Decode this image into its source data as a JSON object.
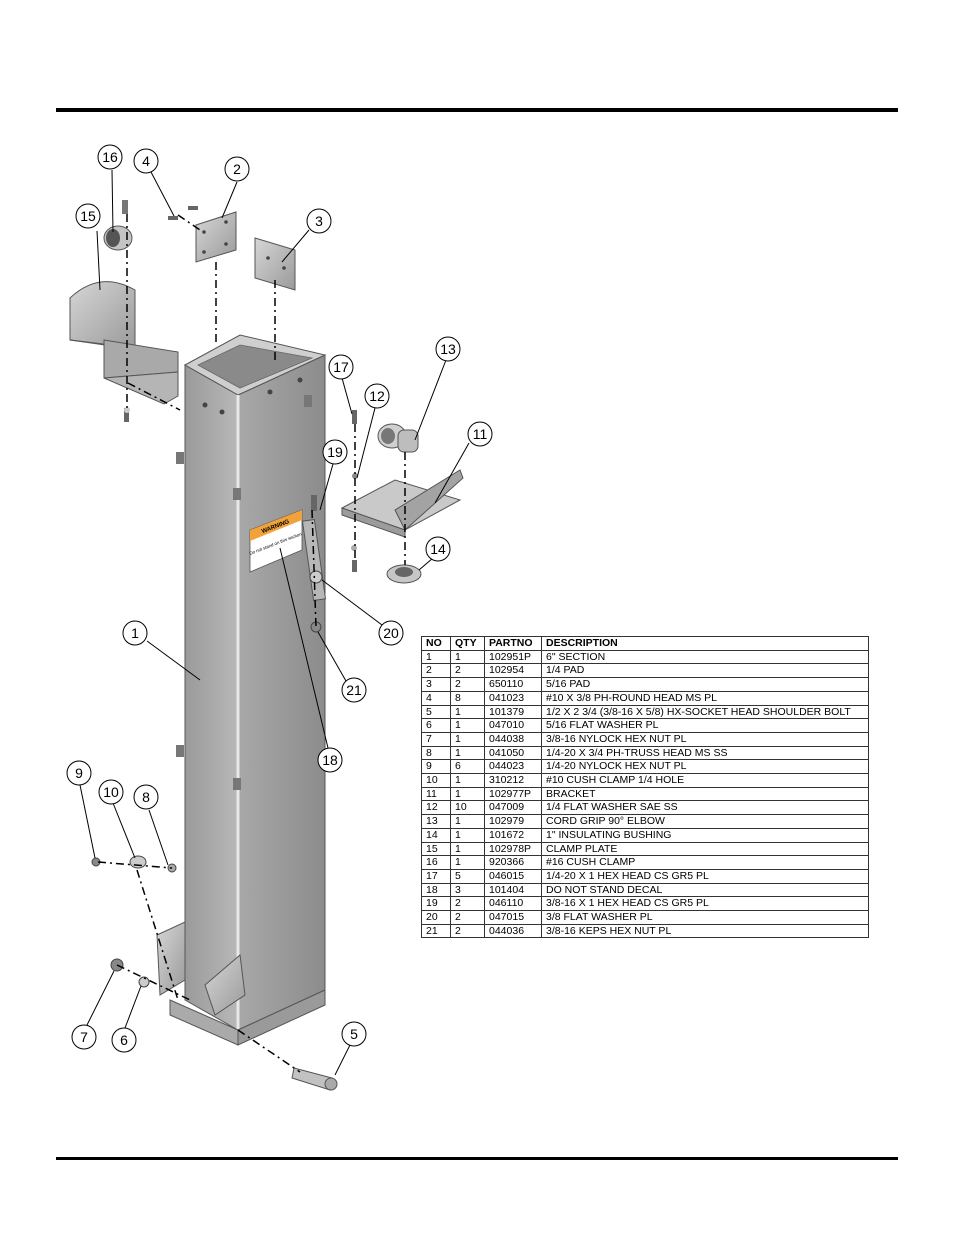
{
  "callouts": [
    "1",
    "2",
    "3",
    "4",
    "5",
    "6",
    "7",
    "8",
    "9",
    "10",
    "11",
    "12",
    "13",
    "14",
    "15",
    "16",
    "17",
    "18",
    "19",
    "20",
    "21"
  ],
  "decal": {
    "heading": "WARNING",
    "body": "Do not stand on this section"
  },
  "parts_table": {
    "headers": {
      "no": "NO",
      "qty": "QTY",
      "partno": "PARTNO",
      "description": "DESCRIPTION"
    },
    "rows": [
      {
        "no": "1",
        "qty": "1",
        "partno": "102951P",
        "description": "6\" SECTION"
      },
      {
        "no": "2",
        "qty": "2",
        "partno": "102954",
        "description": "1/4 PAD"
      },
      {
        "no": "3",
        "qty": "2",
        "partno": "650110",
        "description": "5/16 PAD"
      },
      {
        "no": "4",
        "qty": "8",
        "partno": "041023",
        "description": "#10 X 3/8 PH-ROUND HEAD MS PL"
      },
      {
        "no": "5",
        "qty": "1",
        "partno": "101379",
        "description": "1/2 X 2 3/4 (3/8-16 X 5/8) HX-SOCKET HEAD SHOULDER BOLT"
      },
      {
        "no": "6",
        "qty": "1",
        "partno": "047010",
        "description": "5/16 FLAT WASHER PL"
      },
      {
        "no": "7",
        "qty": "1",
        "partno": "044038",
        "description": "3/8-16 NYLOCK HEX NUT PL"
      },
      {
        "no": "8",
        "qty": "1",
        "partno": "041050",
        "description": "1/4-20 X 3/4 PH-TRUSS HEAD MS SS"
      },
      {
        "no": "9",
        "qty": "6",
        "partno": "044023",
        "description": "1/4-20 NYLOCK HEX NUT PL"
      },
      {
        "no": "10",
        "qty": "1",
        "partno": "310212",
        "description": "#10 CUSH CLAMP 1/4 HOLE"
      },
      {
        "no": "11",
        "qty": "1",
        "partno": "102977P",
        "description": "BRACKET"
      },
      {
        "no": "12",
        "qty": "10",
        "partno": "047009",
        "description": "1/4 FLAT WASHER SAE SS"
      },
      {
        "no": "13",
        "qty": "1",
        "partno": "102979",
        "description": "CORD GRIP 90° ELBOW"
      },
      {
        "no": "14",
        "qty": "1",
        "partno": "101672",
        "description": "1\" INSULATING BUSHING"
      },
      {
        "no": "15",
        "qty": "1",
        "partno": "102978P",
        "description": "CLAMP PLATE"
      },
      {
        "no": "16",
        "qty": "1",
        "partno": "920366",
        "description": "#16 CUSH CLAMP"
      },
      {
        "no": "17",
        "qty": "5",
        "partno": "046015",
        "description": "1/4-20 X 1 HEX HEAD CS GR5 PL"
      },
      {
        "no": "18",
        "qty": "3",
        "partno": "101404",
        "description": "DO NOT STAND DECAL"
      },
      {
        "no": "19",
        "qty": "2",
        "partno": "046110",
        "description": "3/8-16 X 1 HEX HEAD CS GR5 PL"
      },
      {
        "no": "20",
        "qty": "2",
        "partno": "047015",
        "description": "3/8 FLAT WASHER PL"
      },
      {
        "no": "21",
        "qty": "2",
        "partno": "044036",
        "description": "3/8-16 KEPS HEX NUT PL"
      }
    ]
  }
}
